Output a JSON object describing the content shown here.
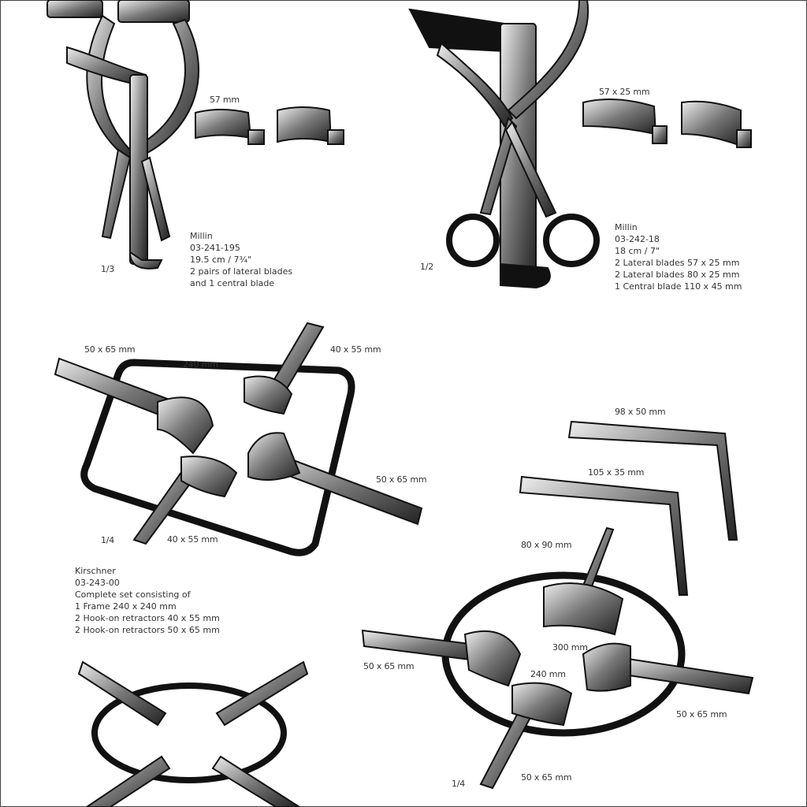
{
  "millin_1": {
    "blade_label": "57 mm",
    "scale": "1/3",
    "name": "Millin",
    "code": "03-241-195",
    "size": "19.5 cm / 7¾\"",
    "details": [
      "2 pairs of lateral blades",
      "and 1 central blade"
    ]
  },
  "millin_2": {
    "blade_label": "57 x 25 mm",
    "scale": "1/2",
    "name": "Millin",
    "code": "03-242-18",
    "size": "18 cm / 7\"",
    "details": [
      "2 Lateral blades 57 x 25 mm",
      "2 Lateral blades 80 x 25 mm",
      "1 Central blade 110 x 45 mm"
    ]
  },
  "kirschner": {
    "labels": [
      "50 x 65 mm",
      "40 x 55 mm",
      "240 mm",
      "50 x 65 mm",
      "40 x 55 mm"
    ],
    "scale": "1/4",
    "name": "Kirschner",
    "code": "03-243-00",
    "details": [
      "Complete set consisting of",
      "1 Frame 240 x 240 mm",
      "2 Hook-on retractors 40 x 55 mm",
      "2 Hook-on retractors 50 x 65 mm"
    ]
  },
  "oval_set": {
    "labels": [
      "98 x 50 mm",
      "105 x 35 mm",
      "80 x 90 mm",
      "300 mm",
      "240 mm",
      "50 x 65 mm",
      "50 x 65 mm",
      "50 x 65 mm"
    ],
    "scale": "1/4"
  }
}
